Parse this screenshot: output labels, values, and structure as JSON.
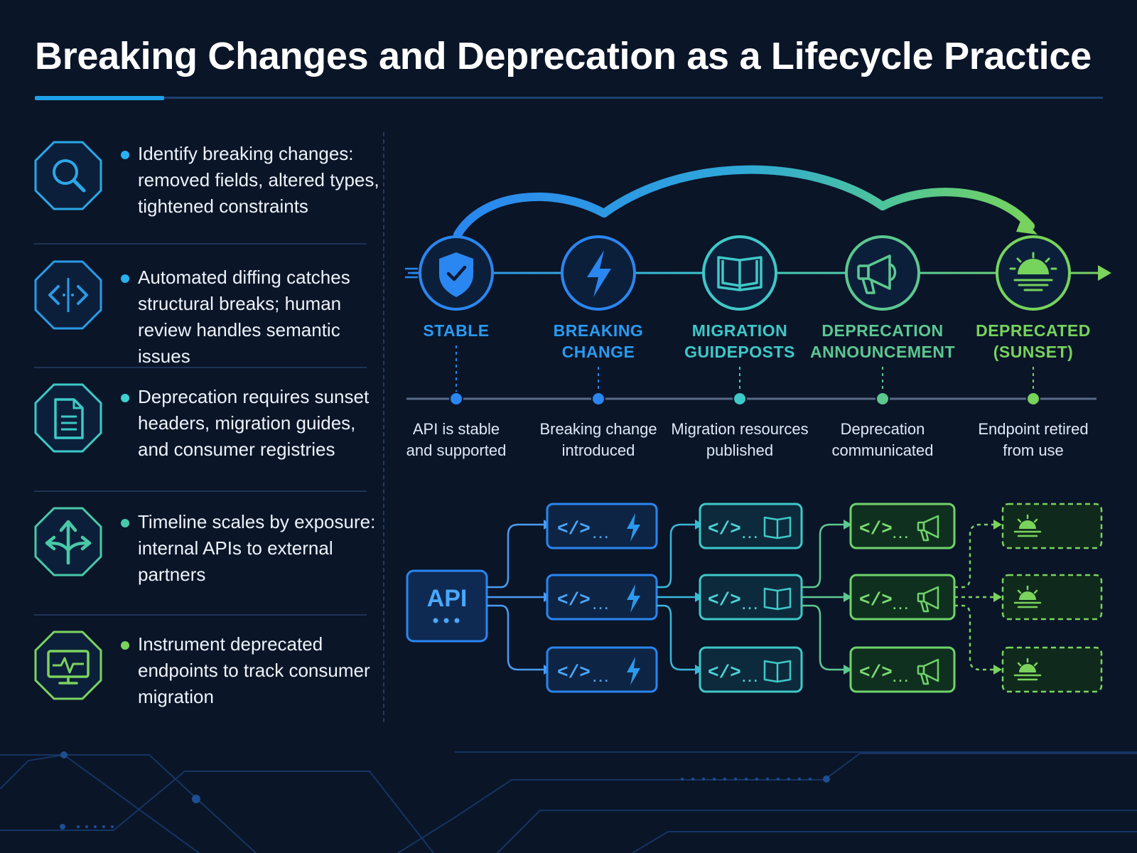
{
  "title": "Breaking Changes and Deprecation as a Lifecycle Practice",
  "colors": {
    "background": "#0a1528",
    "blue": "#2a8cf0",
    "cyan": "#3fd0d0",
    "teal": "#48c9a8",
    "green": "#6fd36a",
    "lime": "#8fdc5e"
  },
  "practices": [
    {
      "icon": "search-icon",
      "text": "Identify breaking changes: removed fields, altered types, tightened constraints"
    },
    {
      "icon": "code-diff-icon",
      "text": "Automated diffing catches structural breaks; human review handles semantic issues"
    },
    {
      "icon": "document-icon",
      "text": "Deprecation requires sunset headers, migration guides, and consumer registries"
    },
    {
      "icon": "branching-arrows-icon",
      "text": "Timeline scales by exposure: internal APIs to external partners"
    },
    {
      "icon": "monitor-pulse-icon",
      "text": "Instrument deprecated endpoints to track consumer migration"
    }
  ],
  "stages": [
    {
      "label_line1": "STABLE",
      "label_line2": "",
      "desc_line1": "API is stable",
      "desc_line2": "and supported",
      "icon": "shield-check-icon"
    },
    {
      "label_line1": "BREAKING",
      "label_line2": "CHANGE",
      "desc_line1": "Breaking change",
      "desc_line2": "introduced",
      "icon": "lightning-icon"
    },
    {
      "label_line1": "MIGRATION",
      "label_line2": "GUIDEPOSTS",
      "desc_line1": "Migration resources",
      "desc_line2": "published",
      "icon": "open-book-icon"
    },
    {
      "label_line1": "DEPRECATION",
      "label_line2": "ANNOUNCEMENT",
      "desc_line1": "Deprecation",
      "desc_line2": "communicated",
      "icon": "megaphone-icon"
    },
    {
      "label_line1": "DEPRECATED",
      "label_line2": "(SUNSET)",
      "desc_line1": "Endpoint retired",
      "desc_line2": "from use",
      "icon": "sunset-icon"
    }
  ],
  "flow": {
    "source_label": "API",
    "code_symbol": "</>",
    "ellipsis": "…"
  }
}
